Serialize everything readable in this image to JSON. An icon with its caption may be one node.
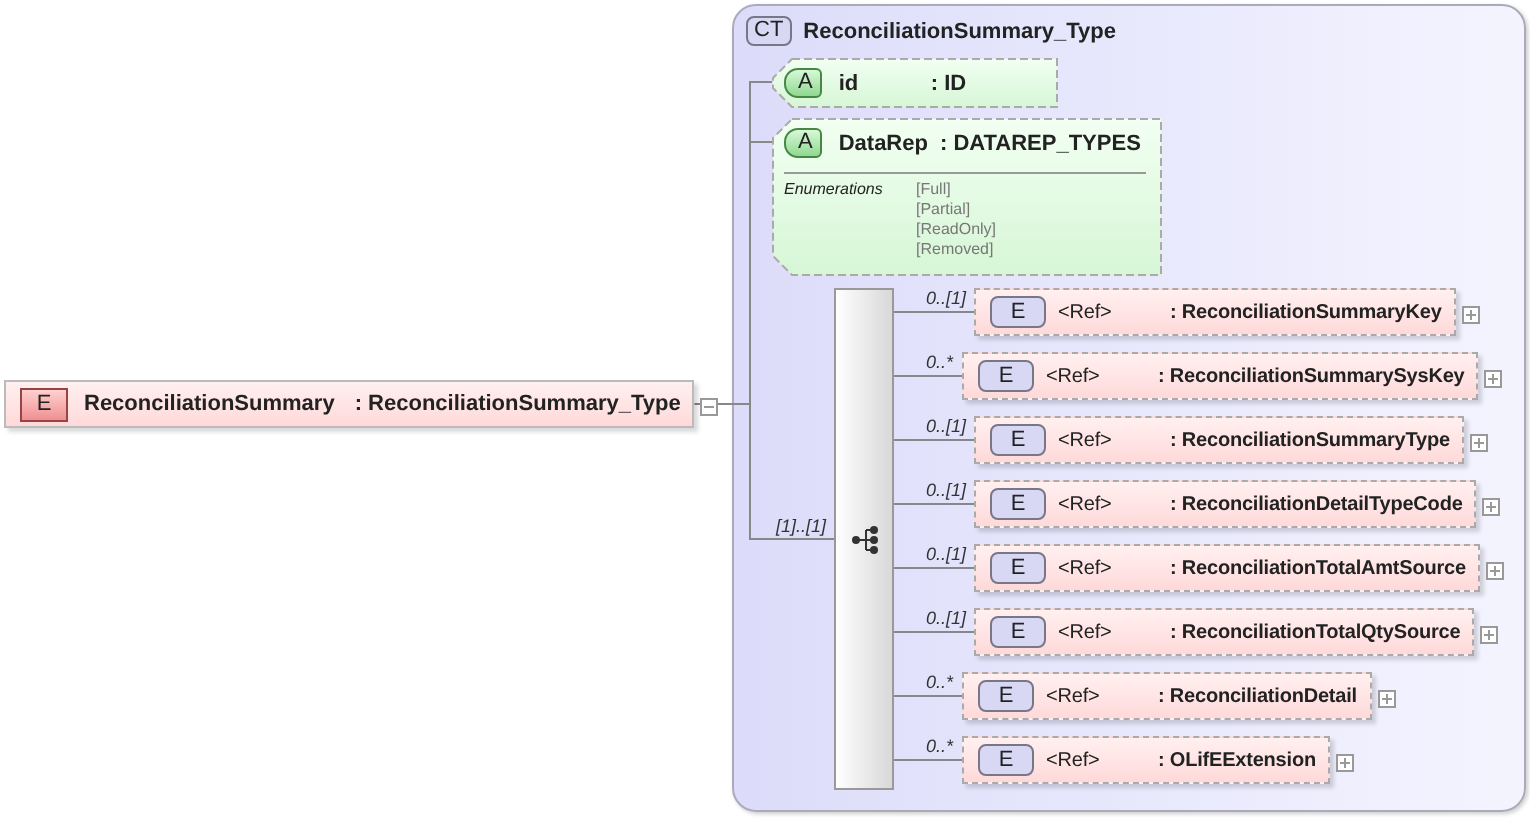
{
  "diagram": {
    "nodes": [
      {
        "text": [
          "E",
          "ReconciliationSummary",
          ": ReconciliationSummary_Type"
        ]
      },
      {
        "text": [
          "CT",
          "ReconciliationSummary_Type"
        ]
      },
      {
        "in": 1,
        "text": [
          "A",
          "id",
          ": ID"
        ]
      },
      {
        "in": 1,
        "text": [
          "A",
          "DataRep",
          ": DATAREP_TYPES",
          "Enumerations",
          "[Full]",
          "[Partial]",
          "[ReadOnly]",
          "[Removed]"
        ]
      },
      {
        "in": 1,
        "text": [],
        "shape": "bar"
      },
      {
        "in": 1,
        "text": [
          "E",
          "<Ref>",
          ": ReconciliationSummaryKey"
        ]
      },
      {
        "in": 1,
        "text": [
          "E",
          "<Ref>",
          ": ReconciliationSummarySysKey"
        ]
      },
      {
        "in": 1,
        "text": [
          "E",
          "<Ref>",
          ": ReconciliationSummaryType"
        ]
      },
      {
        "in": 1,
        "text": [
          "E",
          "<Ref>",
          ": ReconciliationDetailTypeCode"
        ]
      },
      {
        "in": 1,
        "text": [
          "E",
          "<Ref>",
          ": ReconciliationTotalAmtSource"
        ]
      },
      {
        "in": 1,
        "text": [
          "E",
          "<Ref>",
          ": ReconciliationTotalQtySource"
        ]
      },
      {
        "in": 1,
        "text": [
          "E",
          "<Ref>",
          ": ReconciliationDetail"
        ]
      },
      {
        "in": 1,
        "text": [
          "E",
          "<Ref>",
          ": OLifEExtension"
        ]
      }
    ],
    "edges": [
      {
        "from": 0,
        "to": 2,
        "arrow": "none"
      },
      {
        "from": 0,
        "to": 3,
        "arrow": "none"
      },
      {
        "from": 0,
        "to": 4,
        "arrow": "none",
        "label": "[1]..[1]"
      },
      {
        "from": 4,
        "to": 5,
        "arrow": "none",
        "label": "0..[1]"
      },
      {
        "from": 4,
        "to": 6,
        "arrow": "none",
        "label": "0..*"
      },
      {
        "from": 4,
        "to": 7,
        "arrow": "none",
        "label": "0..[1]"
      },
      {
        "from": 4,
        "to": 8,
        "arrow": "none",
        "label": "0..[1]"
      },
      {
        "from": 4,
        "to": 9,
        "arrow": "none",
        "label": "0..[1]"
      },
      {
        "from": 4,
        "to": 10,
        "arrow": "none",
        "label": "0..[1]"
      },
      {
        "from": 4,
        "to": 11,
        "arrow": "none",
        "label": "0..*"
      },
      {
        "from": 4,
        "to": 12,
        "arrow": "none",
        "label": "0..*"
      }
    ]
  }
}
